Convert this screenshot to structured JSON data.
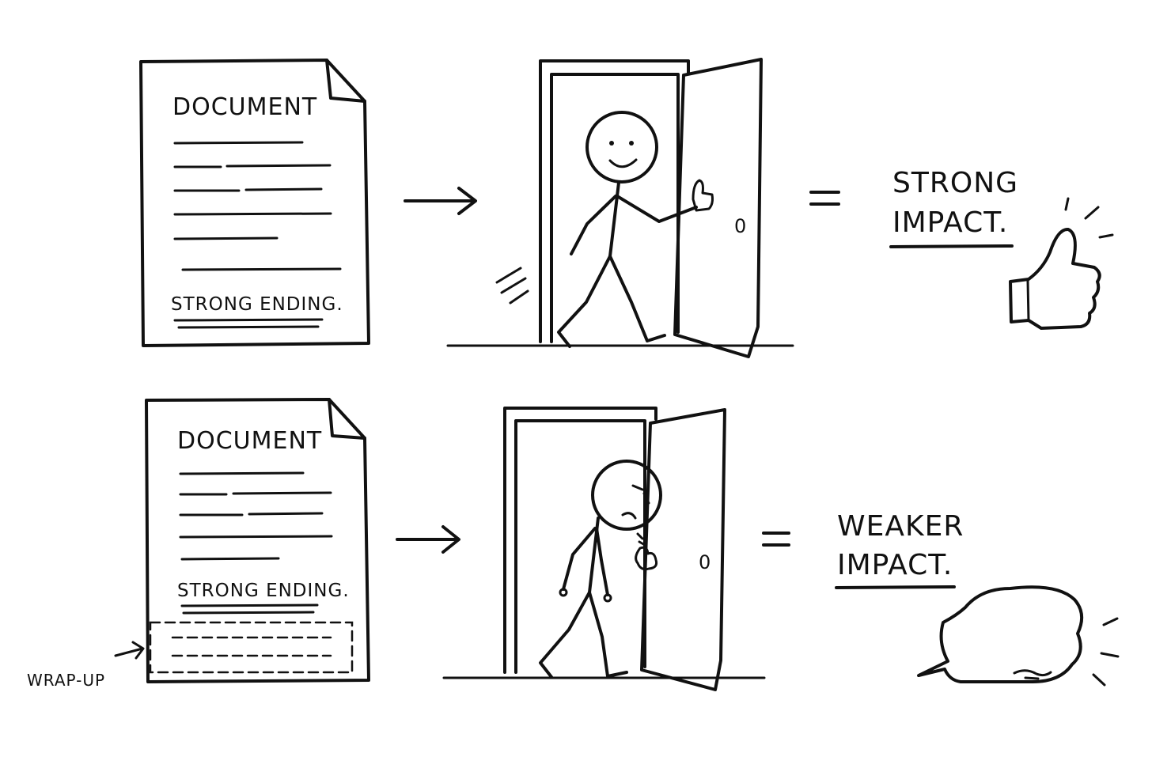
{
  "scenes": [
    {
      "document_title": "DOCUMENT",
      "ending_text": "STRONG ENDING.",
      "result_line1": "STRONG",
      "result_line2": "IMPACT.",
      "result_icon": "thumbs-up-icon"
    },
    {
      "document_title": "DOCUMENT",
      "ending_text": "STRONG ENDING.",
      "wrap_label": "WRAP-UP",
      "result_line1": "WEAKER",
      "result_line2": "IMPACT.",
      "result_icon": "speech-bubble-icon"
    }
  ],
  "colors": {
    "ink": "#111111",
    "background": "#ffffff"
  }
}
